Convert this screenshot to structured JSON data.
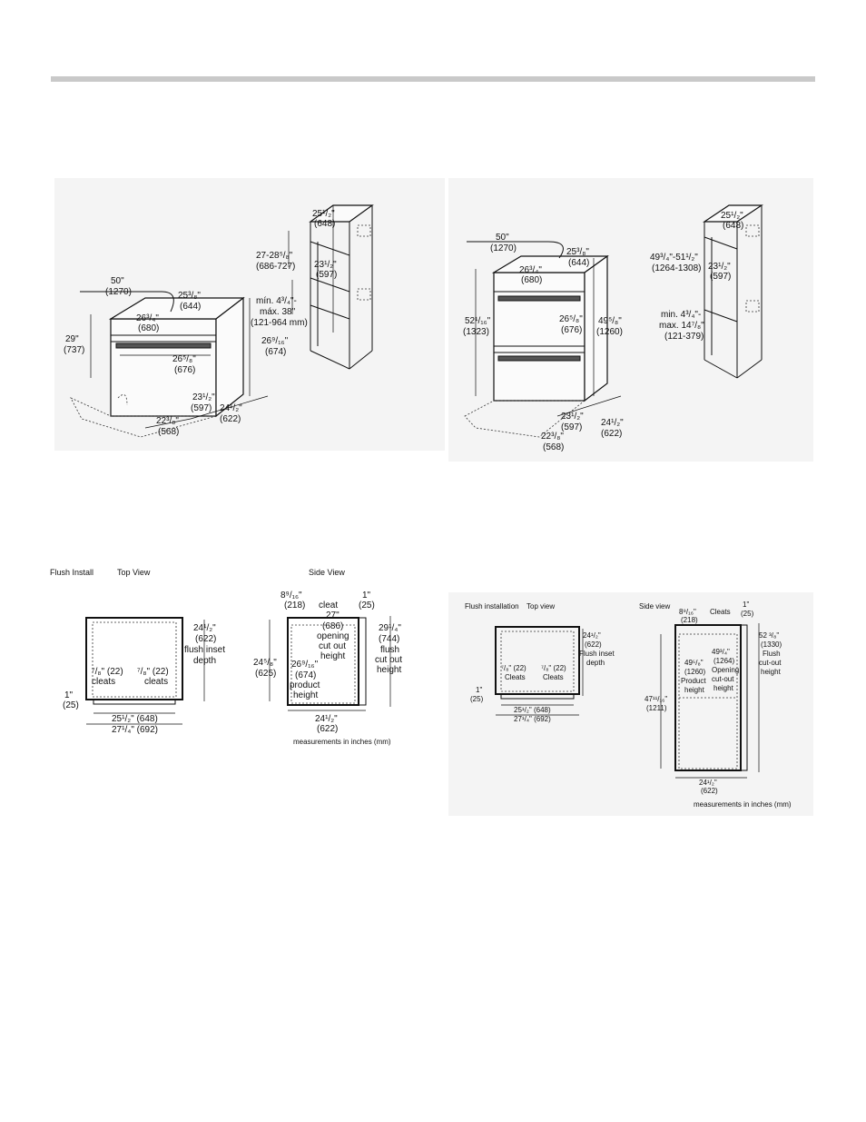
{
  "single_oven": {
    "oven": {
      "depth_in": "50\"",
      "depth_mm": "(1270)",
      "d1_in": "25³/₈\"",
      "d1_mm": "(644)",
      "w1_in": "26³/₄\"",
      "w1_mm": "(680)",
      "h_in": "29\"",
      "h_mm": "(737)",
      "h2_in": "26⁹/₁₆\"",
      "h2_mm": "(674)",
      "w2_in": "26⁵/₈\"",
      "w2_mm": "(676)",
      "c1_in": "23¹/₂\"",
      "c1_mm": "(597)",
      "c2_in": "24¹/₂\"",
      "c2_mm": "(622)",
      "c3_in": "22³/₈\"",
      "c3_mm": "(568)"
    },
    "cabinet": {
      "w_in": "25¹/₂\"",
      "w_mm": "(648)",
      "h_in": "27-28⁵/₈\"",
      "h_mm": "(686-727)",
      "o_in": "23¹/₂\"",
      "o_mm": "(597)",
      "min1": "mín. 4³/₄\"-",
      "min2": "máx. 38\"",
      "min3": "(121-964 mm)"
    }
  },
  "double_oven": {
    "oven": {
      "depth_in": "50\"",
      "depth_mm": "(1270)",
      "d1_in": "25³/₈\"",
      "d1_mm": "(644)",
      "w1_in": "26³/₄\"",
      "w1_mm": "(680)",
      "w2_in": "26⁵/₈\"",
      "w2_mm": "(676)",
      "h_in": "52¹/₁₆\"",
      "h_mm": "(1323)",
      "h2_in": "49⁵/₈\"",
      "h2_mm": "(1260)",
      "c1_in": "23¹/₂\"",
      "c1_mm": "(597)",
      "c2_in": "24¹/₂\"",
      "c2_mm": "(622)",
      "c3_in": "22³/₈\"",
      "c3_mm": "(568)"
    },
    "cabinet": {
      "w_in": "25¹/₂\"",
      "w_mm": "(648)",
      "h_in": "49³/₄\"-51¹/₂\"",
      "h_mm": "(1264-1308)",
      "o_in": "23¹/₂\"",
      "o_mm": "(597)",
      "min1": "min. 4³/₄\"-",
      "min2": "max. 14⁷/₈\"",
      "min3": "(121-379)"
    }
  },
  "flush_single": {
    "flush_label": "Flush Install",
    "top_label": "Top View",
    "side_label": "Side View",
    "top": {
      "depth_in": "24¹/₂\"",
      "depth_mm": "(622)",
      "depth_t1": "flush inset",
      "depth_t2": "depth",
      "cleat_l": "⁷/₈\" (22)",
      "cleat_l2": "cleats",
      "cleat_r": "⁷/₈\" (22)",
      "cleat_r2": "cleats",
      "one_in": "1\"",
      "one_mm": "(25)",
      "w1": "25¹/₂\" (648)",
      "w2": "27¹/₄\" (692)"
    },
    "side": {
      "a_in": "8⁹/₁₆\"",
      "a_mm": "(218)",
      "cleat": "cleat",
      "b_in": "1\"",
      "b_mm": "(25)",
      "c_in": "27\"",
      "c_mm": "(686)",
      "c_t1": "opening",
      "c_t2": "cut out",
      "c_t3": "height",
      "d_in": "29¹/₄\"",
      "d_mm": "(744)",
      "d_t1": "flush",
      "d_t2": "cut out",
      "d_t3": "height",
      "e_in": "24⁵/₈\"",
      "e_mm": "(625)",
      "f_in": "26⁹/₁₆\"",
      "f_mm": "(674)",
      "f_t1": "product",
      "f_t2": "height",
      "g_in": "24¹/₂\"",
      "g_mm": "(622)"
    },
    "note": "measurements in inches (mm)"
  },
  "flush_double": {
    "flush_label": "Flush installation",
    "top_label": "Top view",
    "side_label": "Side view",
    "top": {
      "depth_in": "24¹/₂\"",
      "depth_mm": "(622)",
      "depth_t1": "Flush inset",
      "depth_t2": "depth",
      "cleat_l": "⁷/₈\" (22)",
      "cleat_l2": "Cleats",
      "cleat_r": "⁷/₈\" (22)",
      "cleat_r2": "Cleats",
      "one_in": "1\"",
      "one_mm": "(25)",
      "w1": "25¹/₂\" (648)",
      "w2": "27¹/₄\" (692)"
    },
    "side": {
      "a_in": "8⁹/₁₆\"",
      "a_mm": "(218)",
      "cleats": "Cleats",
      "b_in": "1\"",
      "b_mm": "(25)",
      "c_in": "52 ³/₈\"",
      "c_mm": "(1330)",
      "c_t1": "Flush",
      "c_t2": "cut-out",
      "c_t3": "height",
      "d_in": "49³/₄\"",
      "d_mm": "(1264)",
      "d_t1": "Opening",
      "d_t2": "cut-out",
      "d_t3": "height",
      "e_in": "49⁵/₈\"",
      "e_mm": "(1260)",
      "e_t1": "Product",
      "e_t2": "height",
      "f_in": "47¹¹/₁₆\"",
      "f_mm": "(1211)",
      "g_in": "24¹/₂\"",
      "g_mm": "(622)"
    },
    "note": "measurements in inches (mm)"
  }
}
